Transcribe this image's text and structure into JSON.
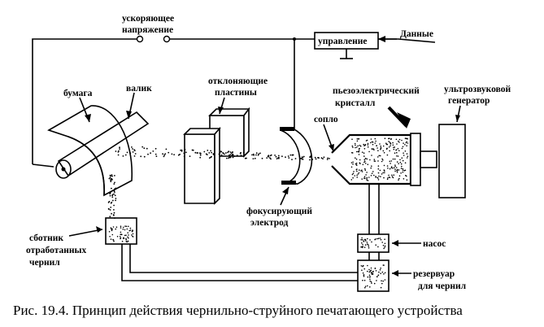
{
  "labels": {
    "accel_voltage_1": "ускоряющее",
    "accel_voltage_2": "напряжение",
    "control": "управление",
    "data": "Данные",
    "paper": "бумага",
    "roller": "валик",
    "deflect_1": "отклоняющие",
    "deflect_2": "пластины",
    "piezo_1": "пьезоэлектрический",
    "piezo_2": "кристалл",
    "ultrasound_1": "ультрозвуковой",
    "ultrasound_2": "генератор",
    "nozzle": "сопло",
    "focus_1": "фокусирующий",
    "focus_2": "электрод",
    "collector_1": "сботник",
    "collector_2": "отработанных",
    "collector_3": "чернил",
    "pump": "насос",
    "reservoir_1": "резервуар",
    "reservoir_2": "для чернил"
  },
  "caption": "Рис. 19.4. Принцип действия чернильно-струйного печатающего устройства"
}
